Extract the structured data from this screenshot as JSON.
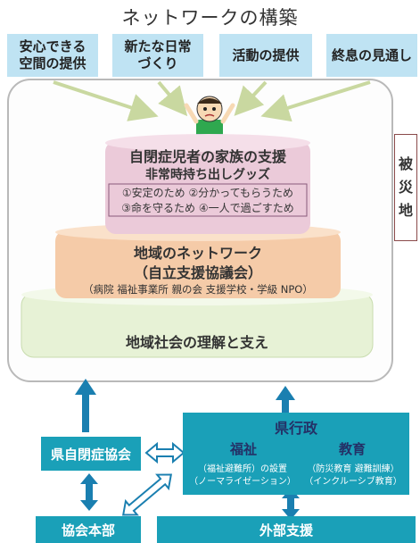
{
  "diagram": {
    "title": "ネットワークの構築",
    "needs": [
      "安心できる\n空間の提供",
      "新たな日常\nづくり",
      "活動の提供",
      "終息の見通し"
    ],
    "side_label": [
      "被",
      "災",
      "地"
    ],
    "tier1": {
      "title": "自閉症児者の家族の支援",
      "subtitle": "非常時持ち出しグッズ",
      "items_line1": "①安定のため ②分かってもらうため",
      "items_line2": "③命を守るため ④一人で過ごすため"
    },
    "tier2": {
      "title": "地域のネットワーク",
      "subtitle": "（自立支援協議会）",
      "members": "（病院 福祉事業所 親の会 支援学校・学級 NPO）"
    },
    "tier3": {
      "title": "地域社会の理解と支え"
    },
    "prefecture": {
      "title": "県行政",
      "welfare": "福祉",
      "education": "教育",
      "welfare_detail_1": "（福祉避難所）の設置",
      "welfare_detail_2": "（ノーマライゼーション）",
      "education_detail_1": "（防災教育 避難訓練）",
      "education_detail_2": "（インクルーシブ教育）"
    },
    "association": "県自閉症協会",
    "headquarters": "協会本部",
    "external": "外部支援"
  },
  "colors": {
    "need_box": "#bfe3f3",
    "tier1": "#e9c6d6",
    "tier2": "#f4c7a0",
    "tier3": "#dcecc6",
    "org_box": "#1aa0b8",
    "arrow": "#1a7fb0"
  }
}
